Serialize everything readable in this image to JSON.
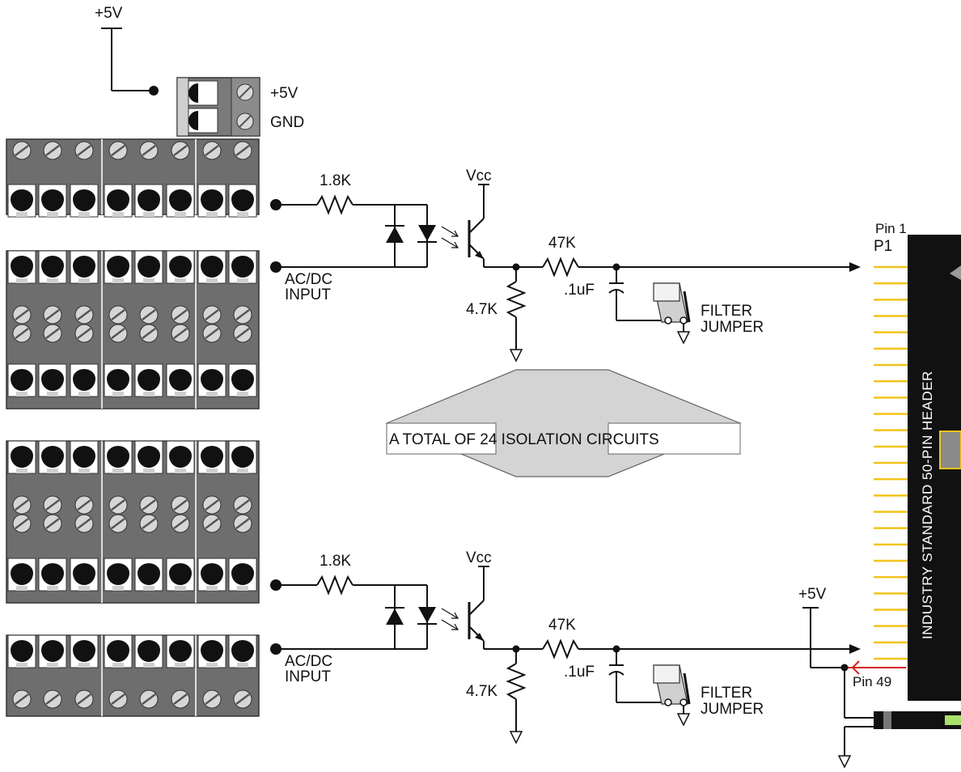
{
  "labels": {
    "top_supply": "+5V",
    "supply_plus": "+5V",
    "supply_gnd": "GND",
    "resistor_in": "1.8K",
    "vcc": "Vcc",
    "resistor_pullup": "47K",
    "cap": ".1uF",
    "resistor_pulldown": "4.7K",
    "ac_dc_1": "AC/DC",
    "ac_dc_2": "INPUT",
    "filter_1": "FILTER",
    "filter_2": "JUMPER",
    "pin1": "Pin 1",
    "p1": "P1",
    "pin49": "Pin 49",
    "right_supply": "+5V",
    "banner": "A TOTAL OF 24 ISOLATION CIRCUITS",
    "header": "INDUSTRY STANDARD 50-PIN HEADER"
  },
  "colors": {
    "terminal_block": "#6e6e6e",
    "terminal_body": "#8a8a8a",
    "screw": "#d6d6d6",
    "header_body": "#111111",
    "header_pins": "#f2c41b",
    "banner_fill": "#d4d4d4",
    "pin49_arrow": "#d62020",
    "cable_green": "#a8e06a"
  }
}
